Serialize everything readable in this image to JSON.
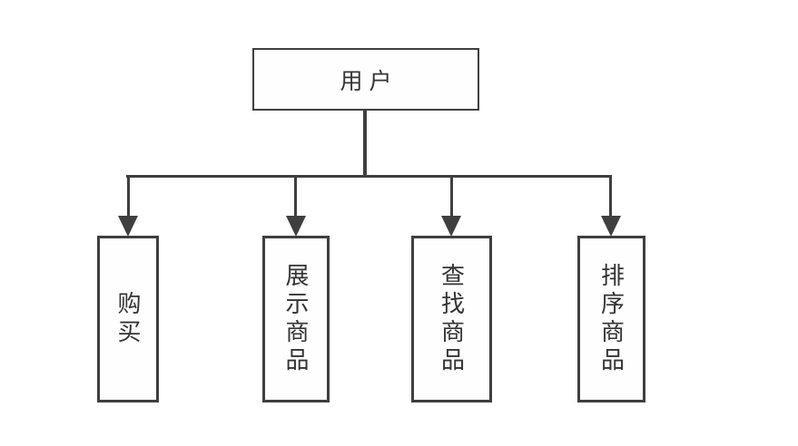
{
  "diagram": {
    "title": "user-function-hierarchy",
    "root": {
      "label": "用户"
    },
    "children": [
      {
        "label": "购买"
      },
      {
        "label": "展示商品"
      },
      {
        "label": "查找商品"
      },
      {
        "label": "排序商品"
      }
    ],
    "colors": {
      "line": "#3f3f3f",
      "box_border": "#3f3f3f",
      "box_fill": "#fefefe",
      "text": "#333333",
      "background": "#ffffff"
    }
  }
}
